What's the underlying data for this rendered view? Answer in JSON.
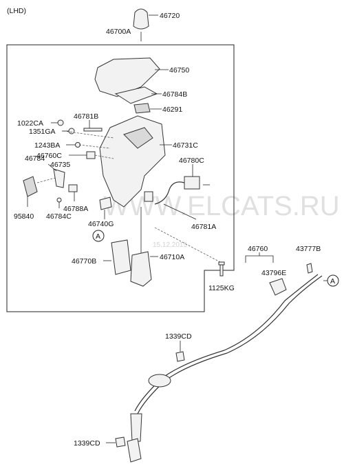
{
  "header": {
    "variant": "(LHD)"
  },
  "parts": {
    "p46720": "46720",
    "p46700A": "46700A",
    "p46750": "46750",
    "p46784B": "46784B",
    "p46291": "46291",
    "p46781B": "46781B",
    "p1022CA": "1022CA",
    "p1351GA": "1351GA",
    "p1243BA": "1243BA",
    "p46731C": "46731C",
    "p46760C": "46760C",
    "p46784": "46784",
    "p46735": "46735",
    "p46780C": "46780C",
    "p95840": "95840",
    "p46788A": "46788A",
    "p46784C": "46784C",
    "p46781A": "46781A",
    "p46740G": "46740G",
    "refA1": "A",
    "p46770B": "46770B",
    "p46710A": "46710A",
    "p1125KG": "1125KG",
    "p46760": "46760",
    "p43777B": "43777B",
    "p43796E": "43796E",
    "refA2": "A",
    "p1339CD_a": "1339CD",
    "p1339CD_b": "1339CD"
  },
  "watermark": {
    "site": "WWW.ELCATS.RU",
    "date": "15.12.2015"
  }
}
